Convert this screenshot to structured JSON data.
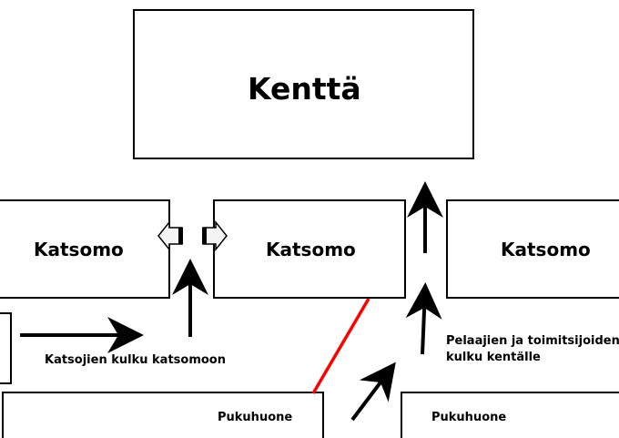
{
  "field": {
    "label": "Kenttä"
  },
  "stands": [
    {
      "label": "Katsomo"
    },
    {
      "label": "Katsomo"
    },
    {
      "label": "Katsomo"
    }
  ],
  "locker_rooms": [
    {
      "label": "Pukuhuone"
    },
    {
      "label": "Pukuhuone"
    }
  ],
  "annotations": {
    "spectators": "Katsojien kulku katsomoon",
    "players_line1": "Pelaajien ja toimitsijoiden",
    "players_line2": "kulku kentälle"
  },
  "colors": {
    "barrier": "#ff0000",
    "arrow": "#000000"
  }
}
